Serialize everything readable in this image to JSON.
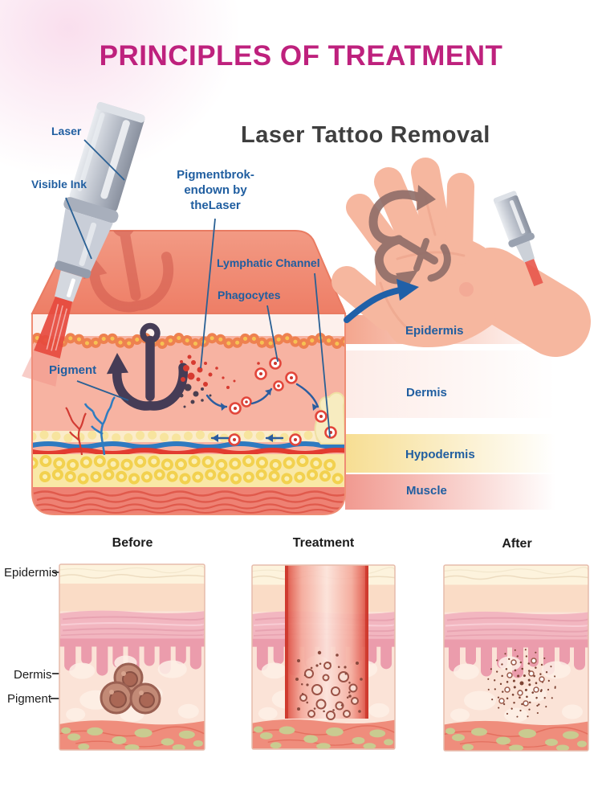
{
  "page": {
    "title": "PRINCIPLES OF TREATMENT"
  },
  "colors": {
    "title_magenta": "#be217d",
    "label_blue": "#205ea0",
    "heading_dark": "#3f3f3f",
    "skin_salmon": "#f2907a",
    "laser_red": "#e64a3e",
    "anchor_dark": "#463c56",
    "hypodermis_yellow": "#f9e8a6"
  },
  "diagram": {
    "title": "Laser Tattoo Removal",
    "labels": {
      "laser": "Laser",
      "visible_ink": "Visible Ink",
      "pigment_breakdown": [
        "Pigmentbrok-",
        "endown by",
        "theLaser"
      ],
      "lymphatic_channel": "Lymphatic Channel",
      "phagocytes": "Phagocytes",
      "pigment": "Pigment"
    },
    "layer_labels": [
      "Epidermis",
      "Dermis",
      "Hypodermis",
      "Muscle"
    ]
  },
  "stages": {
    "titles": [
      "Before",
      "Treatment",
      "After"
    ],
    "annotations": [
      "Epidermis",
      "Dermis",
      "Pigment"
    ]
  }
}
